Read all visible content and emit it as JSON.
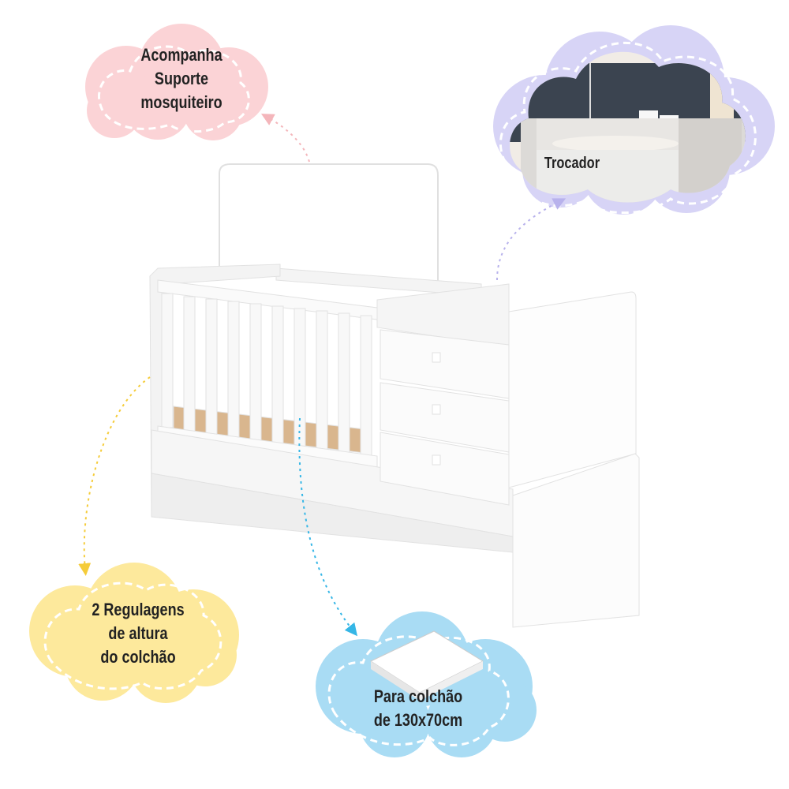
{
  "callouts": {
    "mosquito_support": {
      "lines": [
        "Acompanha",
        "Suporte",
        "mosquiteiro"
      ],
      "color": "#fbd3d6"
    },
    "changing_table": {
      "label": "Trocador",
      "color": "#d7d4f6"
    },
    "height_adjust": {
      "lines": [
        "2 Regulagens",
        "de altura",
        "do colchão"
      ],
      "color": "#fde99c"
    },
    "mattress": {
      "lines": [
        "Para colchão",
        "de 130x70cm"
      ],
      "color": "#a9dcf4"
    }
  },
  "arrow_colors": {
    "pink": "#f4b6bb",
    "purple": "#b8b2ec",
    "yellow": "#f5cc3a",
    "blue": "#35b6e6"
  },
  "product": {
    "name": "crib-with-changing-table",
    "color": "#ffffff"
  }
}
